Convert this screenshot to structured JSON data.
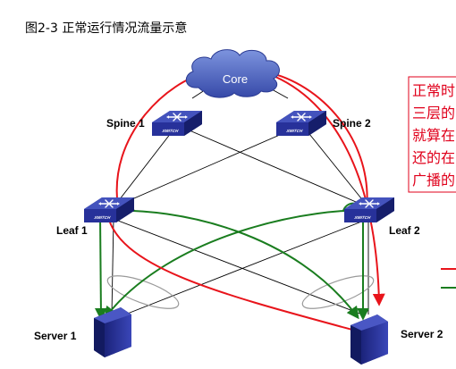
{
  "figure": {
    "title": "图2-3  正常运行情况流量示意"
  },
  "nodes": {
    "core": {
      "label": "Core",
      "icon": "cloud-icon"
    },
    "spine1": {
      "label": "Spine 1",
      "icon": "switch-icon",
      "badge": "SWITCH"
    },
    "spine2": {
      "label": "Spine 2",
      "icon": "switch-icon",
      "badge": "SWITCH"
    },
    "leaf1": {
      "label": "Leaf 1",
      "icon": "switch-icon",
      "badge": "SWITCH"
    },
    "leaf2": {
      "label": "Leaf 2",
      "icon": "switch-icon",
      "badge": "SWITCH"
    },
    "server1": {
      "label": "Server 1",
      "icon": "server-icon"
    },
    "server2": {
      "label": "Server 2",
      "icon": "server-icon"
    }
  },
  "note": {
    "lines": [
      "正常时",
      "三层的",
      "就算在",
      "还的在",
      "广播的"
    ]
  },
  "legend": {
    "red_color": "#e8141b",
    "green_color": "#1a7d1f"
  },
  "colors": {
    "flow_red": "#e8141b",
    "flow_green": "#1a7d1f",
    "link_black": "#000000",
    "link_gray": "#9a9a9a",
    "switch_blue": "#2e3a9c",
    "cloud_blue": "#3f58b7",
    "note_red": "#e0001b"
  }
}
